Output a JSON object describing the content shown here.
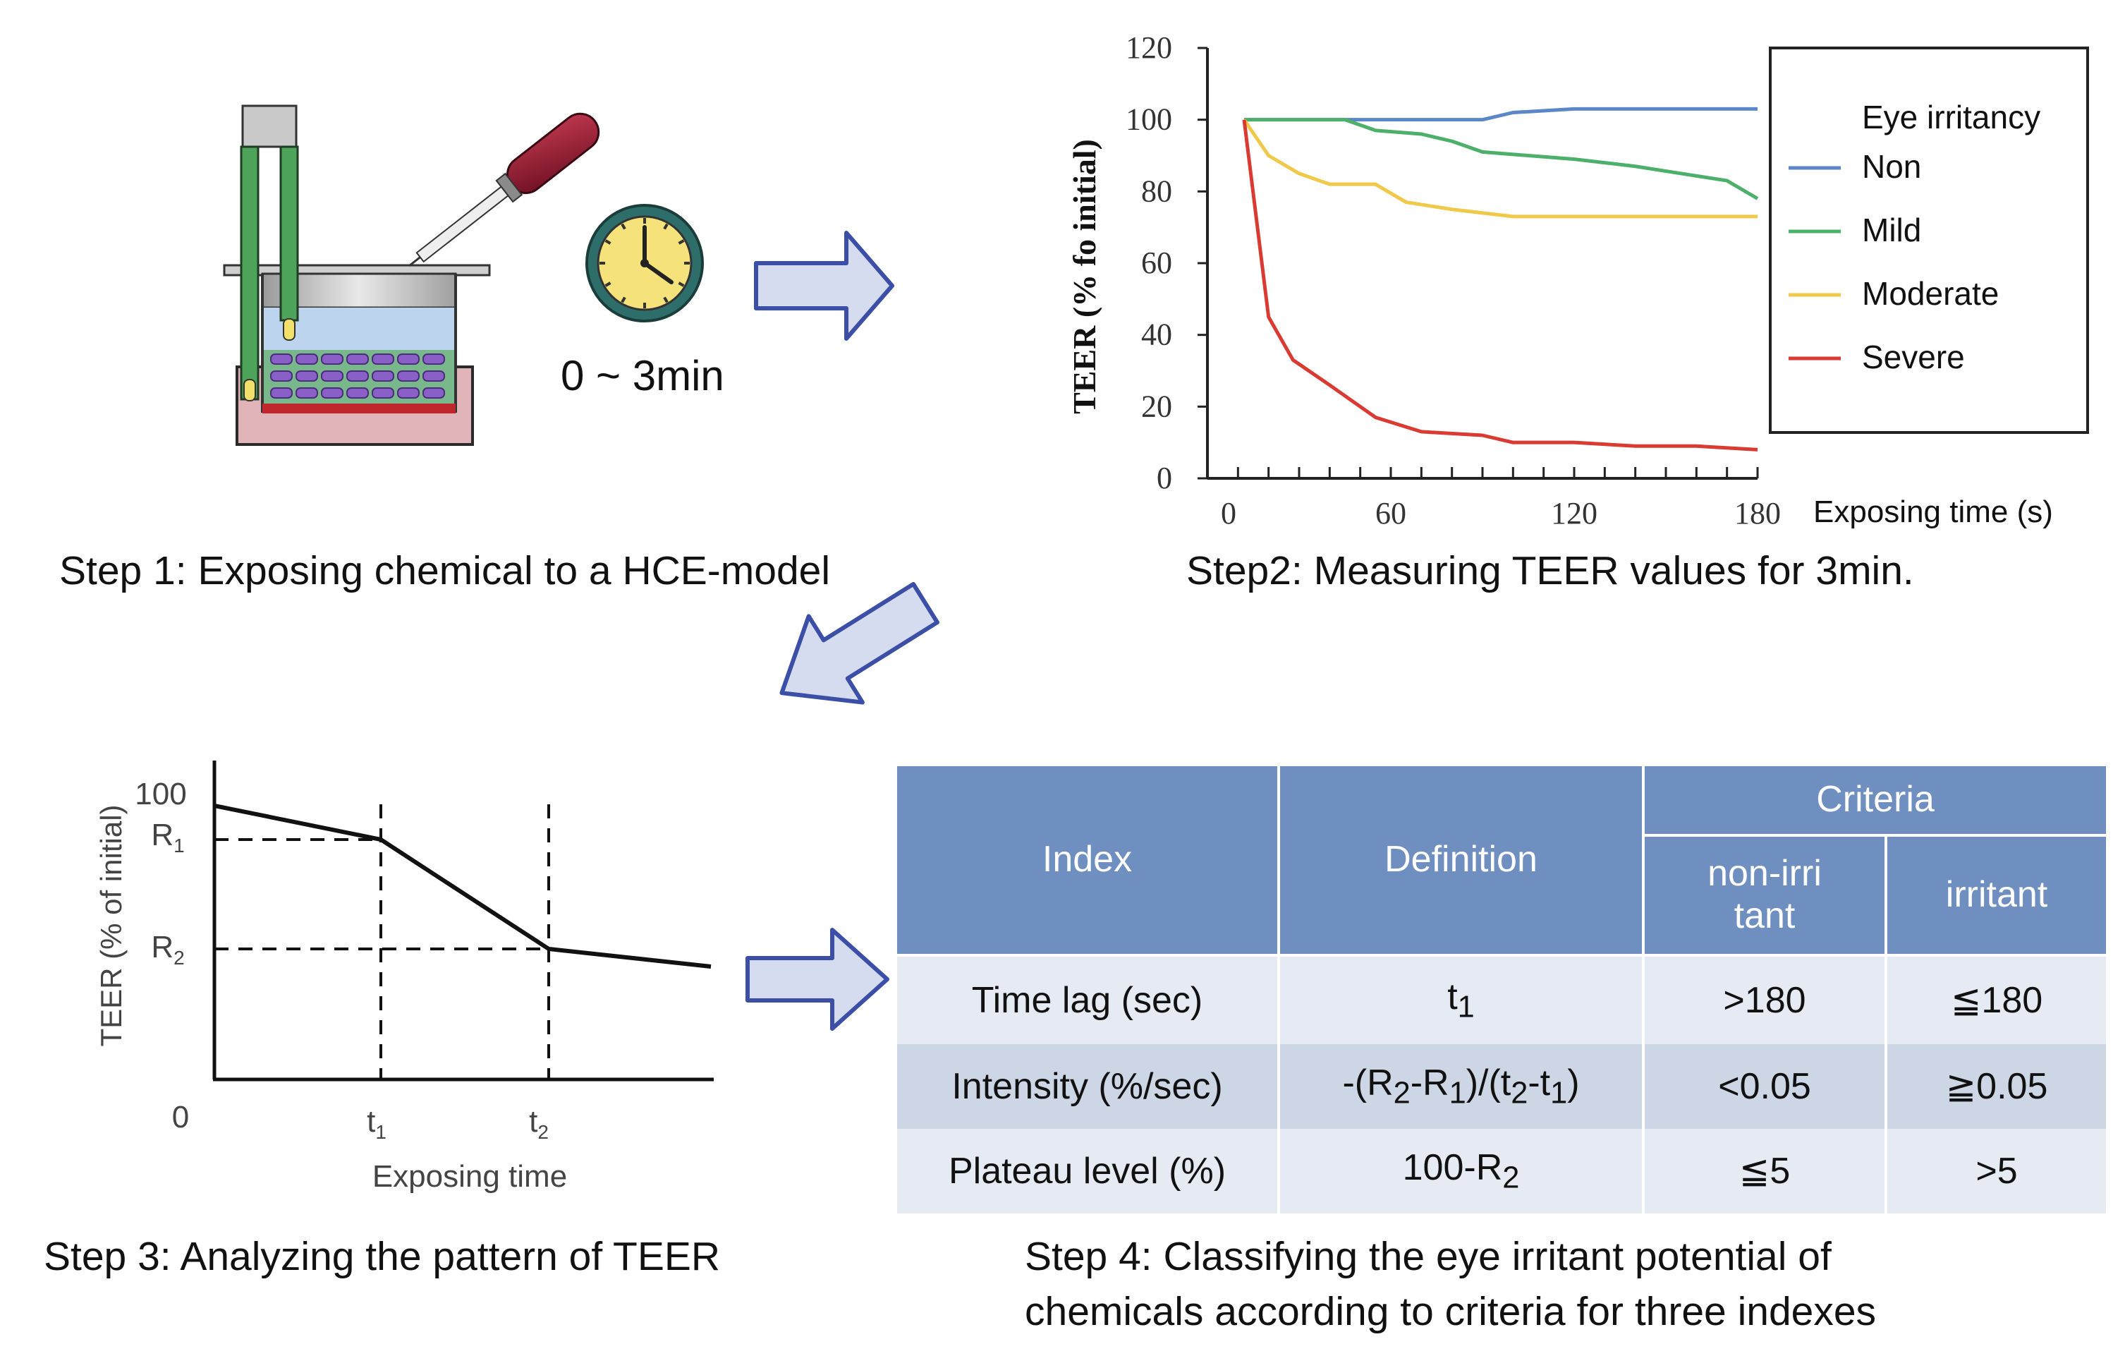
{
  "step1": {
    "caption": "Step 1: Exposing chemical to a HCE-model",
    "time_label": "0 ~ 3min"
  },
  "step2": {
    "caption": "Step2: Measuring TEER values for 3min.",
    "legend_title": "Eye irritancy"
  },
  "step3": {
    "caption": "Step 3: Analyzing the pattern  of TEER",
    "ylabel": "TEER (% of initial)",
    "xlabel": "Exposing time",
    "y_100": "100",
    "y_0": "0",
    "r1": "R",
    "r1_sub": "1",
    "r2": "R",
    "r2_sub": "2",
    "t1": "t",
    "t1_sub": "1",
    "t2": "t",
    "t2_sub": "2"
  },
  "step4": {
    "caption_line1": "Step 4: Classifying the eye irritant potential of",
    "caption_line2": "chemicals according to criteria for three indexes",
    "header": {
      "index": "Index",
      "definition": "Definition",
      "criteria": "Criteria",
      "non_irritant": "non-irritant",
      "irritant": "irritant"
    },
    "rows": [
      {
        "index": "Time lag (sec)",
        "def_html": "t<sub>1</sub>",
        "non": ">180",
        "irr": "≦180"
      },
      {
        "index": "Intensity (%/sec)",
        "def_html": "-(R<sub>2</sub>-R<sub>1</sub>)/(t<sub>2</sub>-t<sub>1</sub>)",
        "non": "<0.05",
        "irr": "≧0.05"
      },
      {
        "index": "Plateau level (%)",
        "def_html": "100-R<sub>2</sub>",
        "non": "≦5",
        "irr": ">5"
      }
    ]
  },
  "icons": {
    "step1": "hce-model-dropper-electrode-illustration",
    "clock": "clock-icon",
    "arrows": "block-arrow-icon"
  },
  "colors": {
    "arrow_fill": "#d6dcef",
    "arrow_stroke": "#3c4fa6",
    "table_header": "#6f8fc0",
    "table_row_light": "#e6ebf3",
    "table_row_dark": "#cdd6e5"
  },
  "chart_data": {
    "type": "line",
    "ylabel": "TEER (% fo initial)",
    "xlabel": "Exposing time (s)",
    "xlim": [
      0,
      180
    ],
    "ylim": [
      0,
      120
    ],
    "x_ticks": [
      0,
      60,
      120,
      180
    ],
    "y_ticks": [
      0,
      20,
      40,
      60,
      80,
      100,
      120
    ],
    "legend_title": "Eye irritancy",
    "legend_position": "right",
    "grid": false,
    "series": [
      {
        "name": "Non",
        "color": "#5b86c8",
        "x": [
          12,
          30,
          45,
          60,
          75,
          90,
          100,
          120,
          150,
          180
        ],
        "y": [
          100,
          100,
          100,
          100,
          100,
          100,
          102,
          103,
          103,
          103
        ]
      },
      {
        "name": "Mild",
        "color": "#4caf6a",
        "x": [
          12,
          30,
          45,
          55,
          70,
          80,
          90,
          105,
          120,
          140,
          155,
          170,
          180
        ],
        "y": [
          100,
          100,
          100,
          97,
          96,
          94,
          91,
          90,
          89,
          87,
          85,
          83,
          78
        ]
      },
      {
        "name": "Moderate",
        "color": "#f0c84a",
        "x": [
          12,
          20,
          30,
          40,
          55,
          65,
          80,
          100,
          120,
          150,
          180
        ],
        "y": [
          100,
          90,
          85,
          82,
          82,
          77,
          75,
          73,
          73,
          73,
          73
        ]
      },
      {
        "name": "Severe",
        "color": "#d93a32",
        "x": [
          12,
          20,
          28,
          40,
          55,
          70,
          90,
          100,
          120,
          140,
          160,
          180
        ],
        "y": [
          100,
          45,
          33,
          26,
          17,
          13,
          12,
          10,
          10,
          9,
          9,
          8
        ]
      }
    ]
  }
}
